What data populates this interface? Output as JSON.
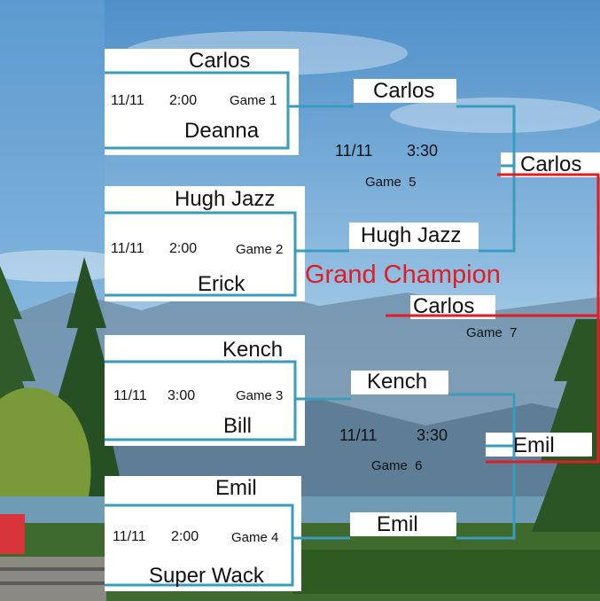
{
  "colors": {
    "bracket_line": "#3a9bbd",
    "champion": "#e31b23"
  },
  "round1": [
    {
      "top": "Carlos",
      "date": "11/11",
      "time": "2:00",
      "game": "Game 1",
      "bottom": "Deanna"
    },
    {
      "top": "Hugh Jazz",
      "date": "11/11",
      "time": "2:00",
      "game": "Game 2",
      "bottom": "Erick"
    },
    {
      "top": "Kench",
      "date": "11/11",
      "time": "3:00",
      "game": "Game 3",
      "bottom": "Bill"
    },
    {
      "top": "Emil",
      "date": "11/11",
      "time": "2:00",
      "game": "Game 4",
      "bottom": "Super Wack"
    }
  ],
  "round2": [
    {
      "top": "Carlos",
      "bottom": "Hugh Jazz",
      "date": "11/11",
      "time": "3:30",
      "game": "Game  5"
    },
    {
      "top": "Kench",
      "bottom": "Emil",
      "date": "11/11",
      "time": "3:30",
      "game": "Game  6"
    }
  ],
  "final": {
    "top": "Carlos",
    "bottom": "Emil",
    "game": "Game  7",
    "champion_label": "Grand Champion",
    "champion": "Carlos"
  }
}
